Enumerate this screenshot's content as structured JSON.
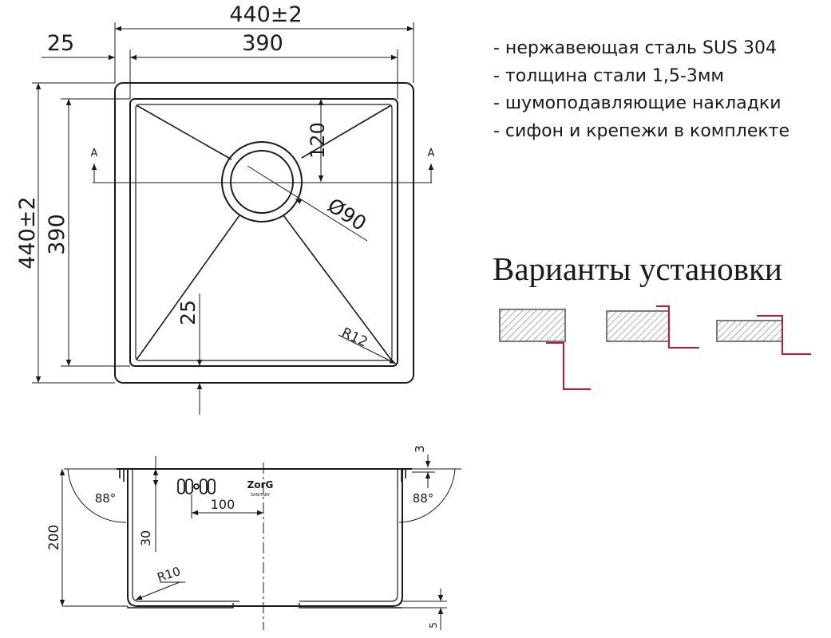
{
  "features": [
    "- нержавеющая сталь SUS 304",
    "- толщина стали 1,5-3мм",
    "- шумоподавляющие накладки",
    "- сифон и крепежи в комплекте"
  ],
  "install_title": "Варианты установки",
  "top_view": {
    "overall_width": "440±2",
    "bowl_width": "390",
    "rim_width": "25",
    "overall_depth": "440±2",
    "bowl_depth": "390",
    "drain_offset": "120",
    "drain_diameter": "Ø90",
    "bottom_rim": "25",
    "corner_radius": "R12",
    "section_label": "A"
  },
  "side_view": {
    "height": "200",
    "flange": "3",
    "wall_angle": "88°",
    "overflow_height": "30",
    "overflow_spacing": "100",
    "bottom_radius": "R10",
    "base_offset": "5",
    "brand": "ZorG",
    "brand_sub": "SANITARY"
  },
  "colors": {
    "line": "#1a1a1a",
    "install_accent": "#c0183c",
    "hatch": "#7a7a7a"
  }
}
